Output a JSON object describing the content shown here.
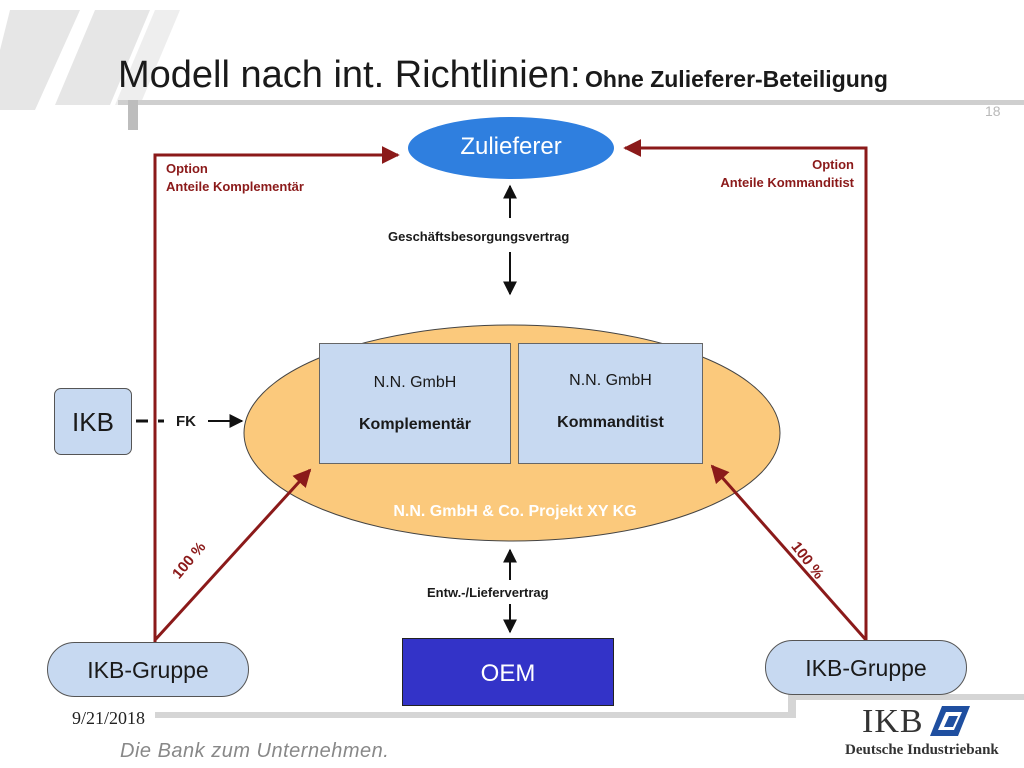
{
  "slide": {
    "title_main": "Modell nach int. Richtlinien:",
    "title_sub": "Ohne Zulieferer-Beteiligung",
    "page_number": "18",
    "date": "9/21/2018",
    "slogan": "Die Bank zum Unternehmen.",
    "logo_text": "IKB",
    "logo_subtext": "Deutsche Industriebank"
  },
  "diagram": {
    "zulieferer": "Zulieferer",
    "option_left_line1": "Option",
    "option_left_line2": "Anteile Komplementär",
    "option_right_line1": "Option",
    "option_right_line2": "Anteile Kommanditist",
    "contract_top": "Geschäftsbesorgungsvertrag",
    "box_left_line1": "N.N. GmbH",
    "box_left_line2": "Komplementär",
    "box_right_line1": "N.N. GmbH",
    "box_right_line2": "Kommanditist",
    "kg_label": "N.N. GmbH & Co. Projekt XY KG",
    "ikb": "IKB",
    "fk": "FK",
    "percent_left": "100 %",
    "percent_right": "100 %",
    "contract_bottom": "Entw.-/Liefervertrag",
    "oem": "OEM",
    "ikb_gruppe_left": "IKB-Gruppe",
    "ikb_gruppe_right": "IKB-Gruppe"
  },
  "colors": {
    "dark_red": "#8b1a1a",
    "oval_blue": "#2f7fdf",
    "kg_orange": "#fbc97c",
    "box_blue": "#c7d9f1",
    "oem_blue": "#3333c8",
    "logo_blue": "#1f4fa0"
  }
}
